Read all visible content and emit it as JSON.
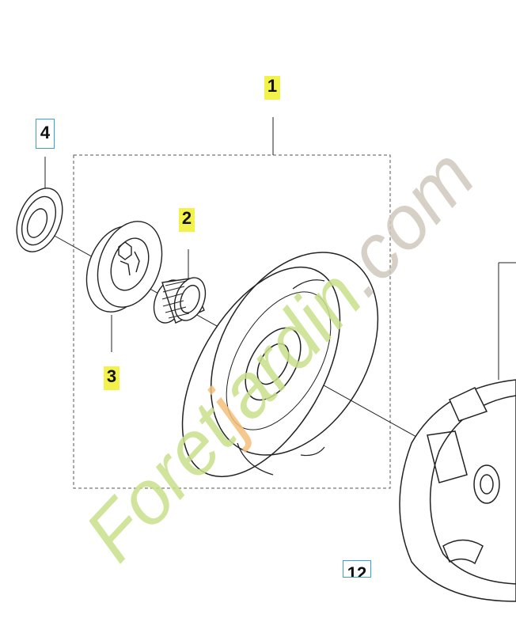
{
  "callouts": {
    "part1": "1",
    "part2": "2",
    "part3": "3",
    "part4": "4",
    "part12": "12"
  },
  "watermark": {
    "text_green_1": "Foret",
    "text_orange": "j",
    "text_green_2": "ardin",
    "text_gray": ".com",
    "colors": {
      "green": "#c9e08a",
      "orange": "#f4c07a",
      "gray": "#cfc8bd"
    }
  },
  "colors": {
    "callout_highlight": "#f2f24a",
    "callout_box_border": "#3aa0d8"
  }
}
